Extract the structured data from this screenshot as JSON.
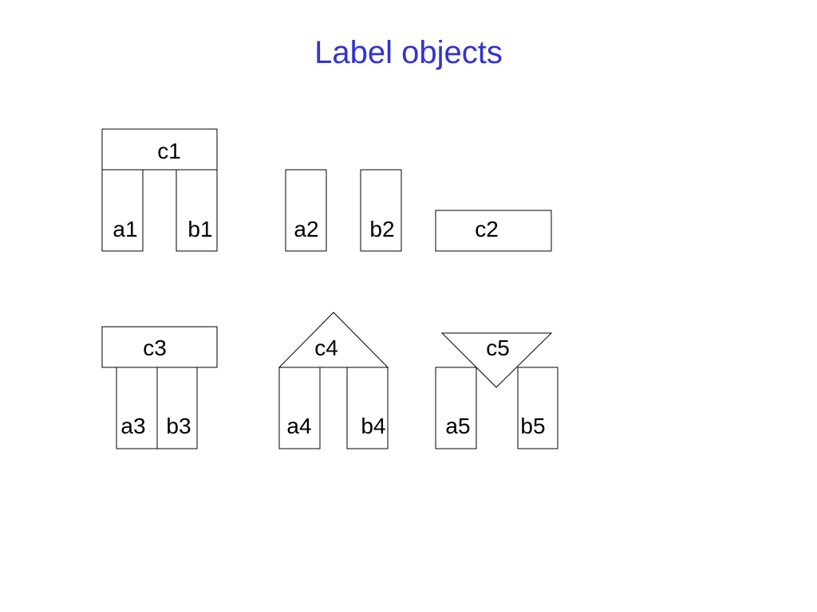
{
  "slide": {
    "title": "Label objects",
    "title_color": "#3333cc"
  },
  "labels": {
    "c1": "c1",
    "a1": "a1",
    "b1": "b1",
    "a2": "a2",
    "b2": "b2",
    "c2": "c2",
    "c3": "c3",
    "a3": "a3",
    "b3": "b3",
    "c4": "c4",
    "a4": "a4",
    "b4": "b4",
    "c5": "c5",
    "a5": "a5",
    "b5": "b5"
  }
}
